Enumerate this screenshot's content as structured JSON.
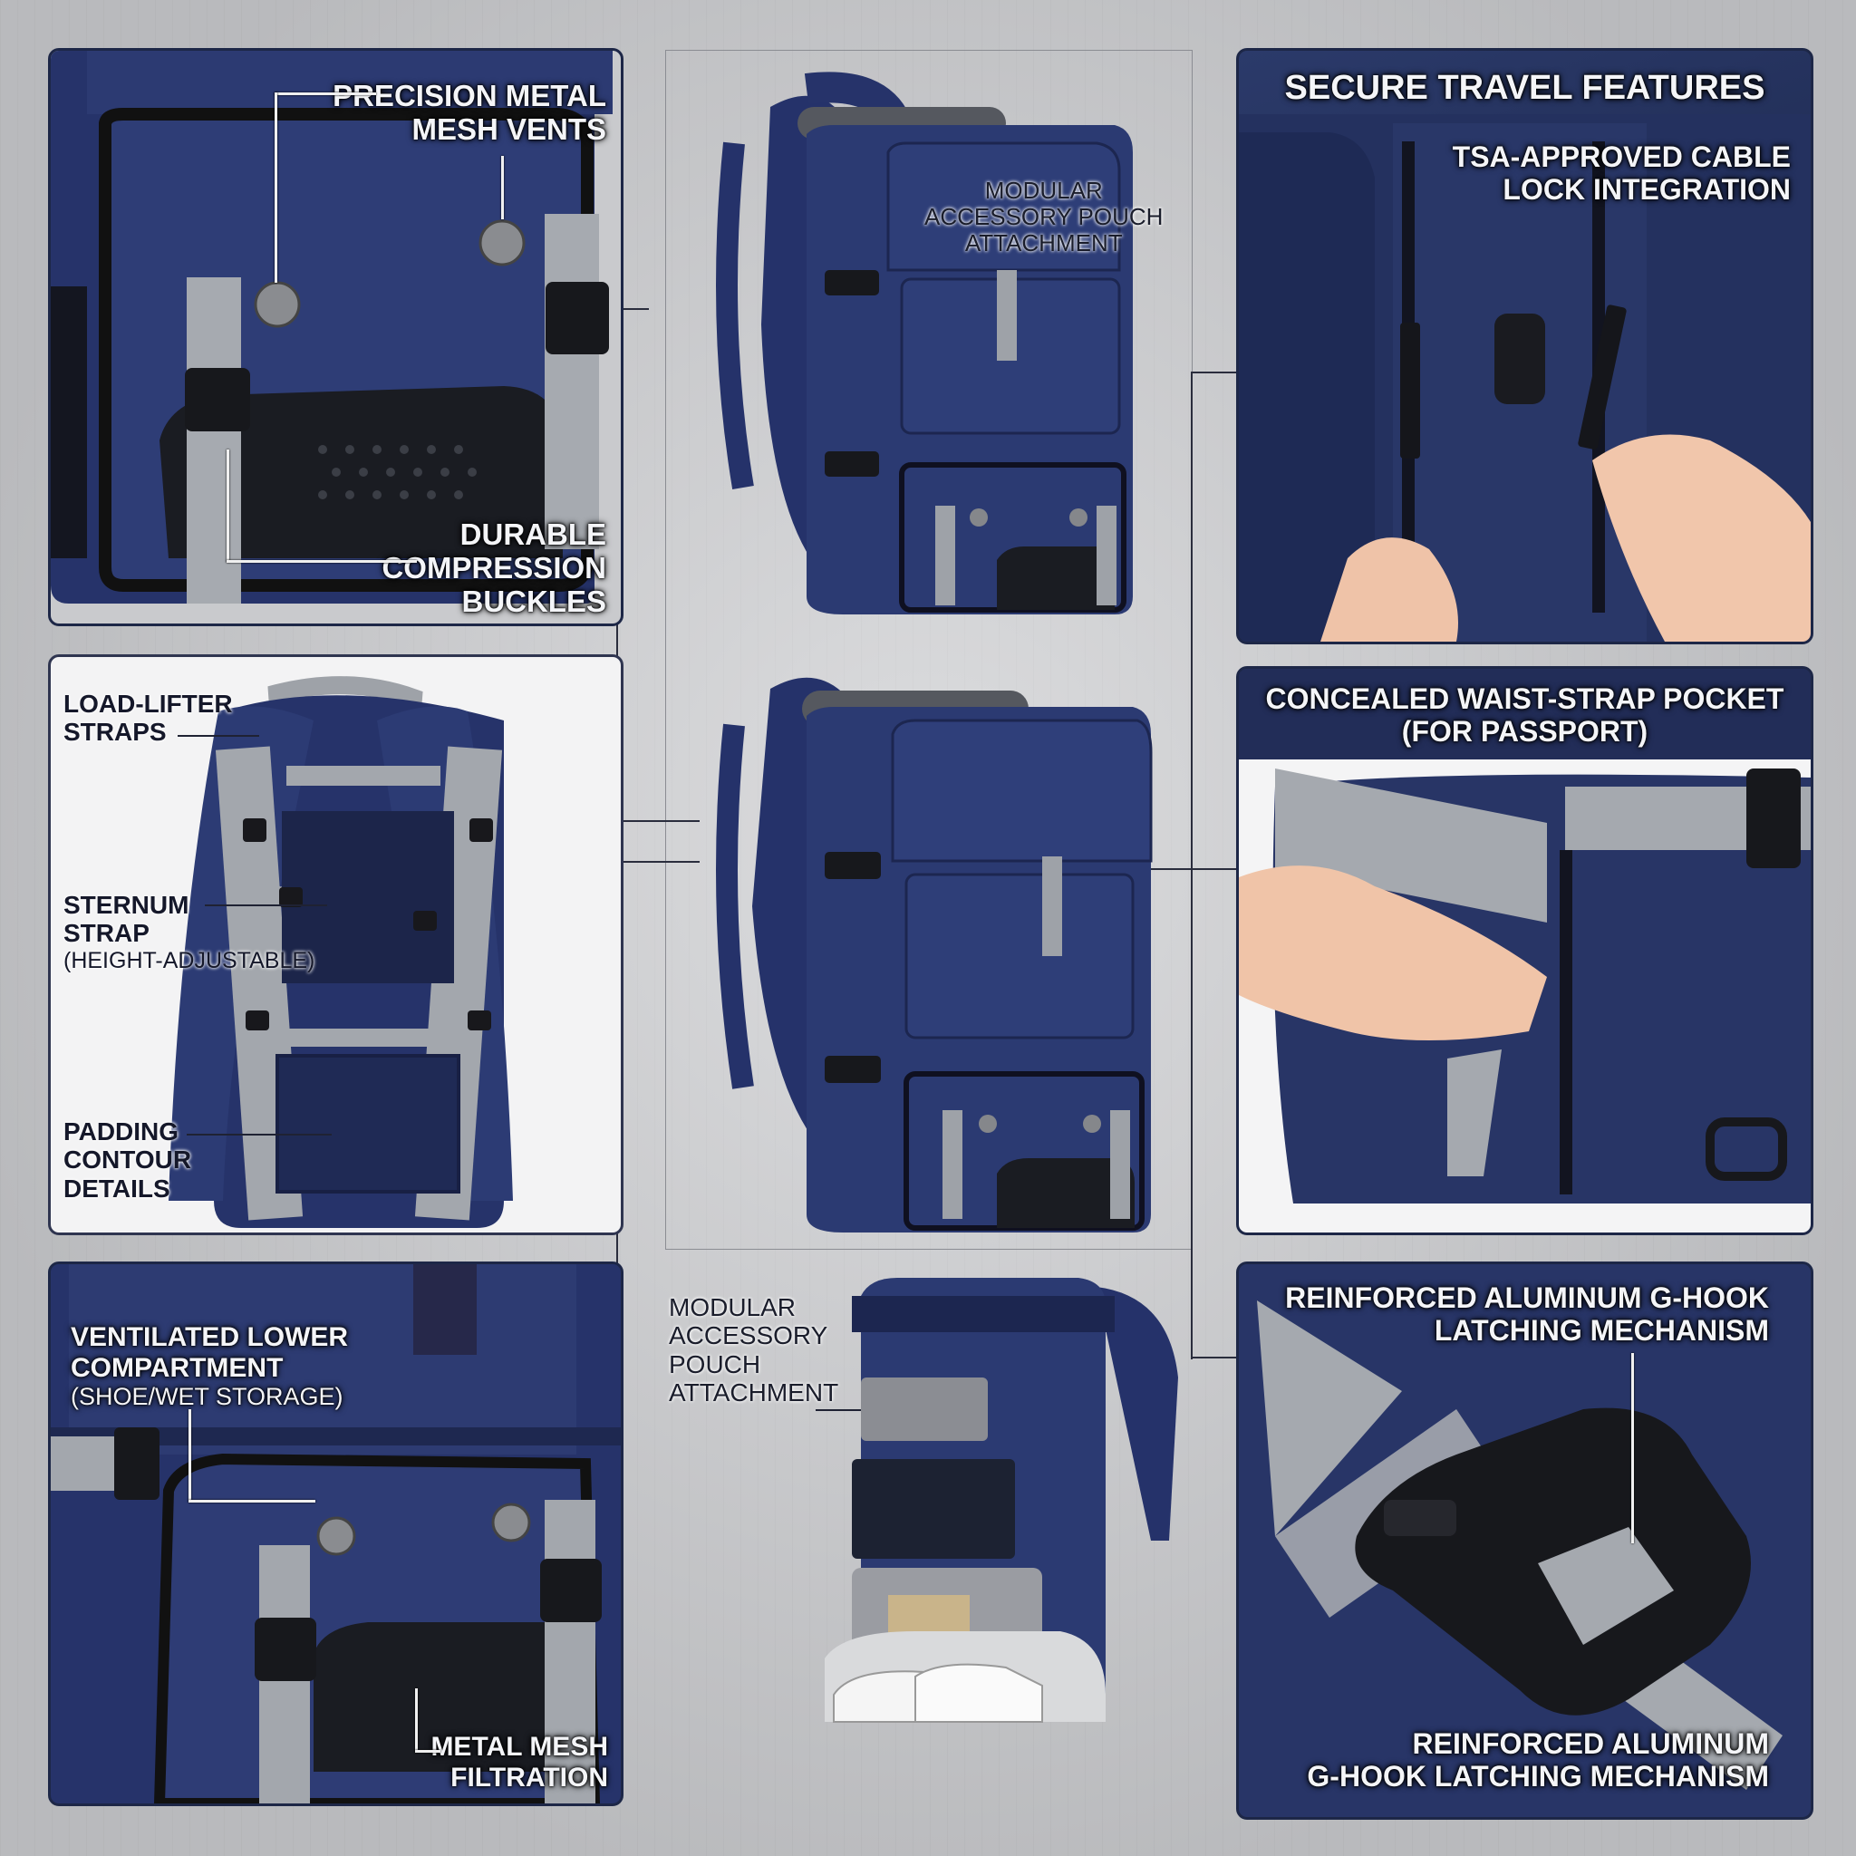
{
  "colors": {
    "navy": "#27356a",
    "navy_dark": "#1a2448",
    "strap_gray": "#a4a8ad",
    "buckle_black": "#1b1b1f",
    "background": "#c9cacd"
  },
  "panels": {
    "top_left": {
      "labels": {
        "vents": [
          "PRECISION METAL",
          "MESH VENTS"
        ],
        "buckles": [
          "DURABLE",
          "COMPRESSION",
          "BUCKLES"
        ]
      }
    },
    "mid_left": {
      "labels": {
        "load_lifter": [
          "LOAD-LIFTER",
          "STRAPS"
        ],
        "sternum": [
          "STERNUM",
          "STRAP",
          "(HEIGHT-ADJUSTABLE)"
        ],
        "padding": [
          "PADDING",
          "CONTOUR",
          "DETAILS"
        ]
      }
    },
    "bottom_left": {
      "labels": {
        "lower_compartment": [
          "VENTILATED LOWER",
          "COMPARTMENT",
          "(SHOE/WET STORAGE)"
        ],
        "filtration": [
          "METAL MESH",
          "FILTRATION"
        ]
      }
    },
    "center": {
      "labels": {
        "pouch_top": [
          "MODULAR",
          "ACCESSORY POUCH",
          "ATTACHMENT"
        ],
        "pouch_bottom": [
          "MODULAR",
          "ACCESSORY",
          "POUCH",
          "ATTACHMENT"
        ]
      }
    },
    "top_right": {
      "title": "SECURE TRAVEL FEATURES",
      "labels": {
        "tsa": [
          "TSA-APPROVED CABLE",
          "LOCK INTEGRATION"
        ]
      }
    },
    "mid_right": {
      "title": [
        "CONCEALED WAIST-STRAP POCKET",
        "(FOR PASSPORT)"
      ]
    },
    "bottom_right": {
      "labels": {
        "hook_top": [
          "REINFORCED ALUMINUM G-HOOK",
          "LATCHING MECHANISM"
        ],
        "hook_bottom": [
          "REINFORCED ALUMINUM",
          "G-HOOK LATCHING MECHANISM"
        ]
      }
    }
  }
}
